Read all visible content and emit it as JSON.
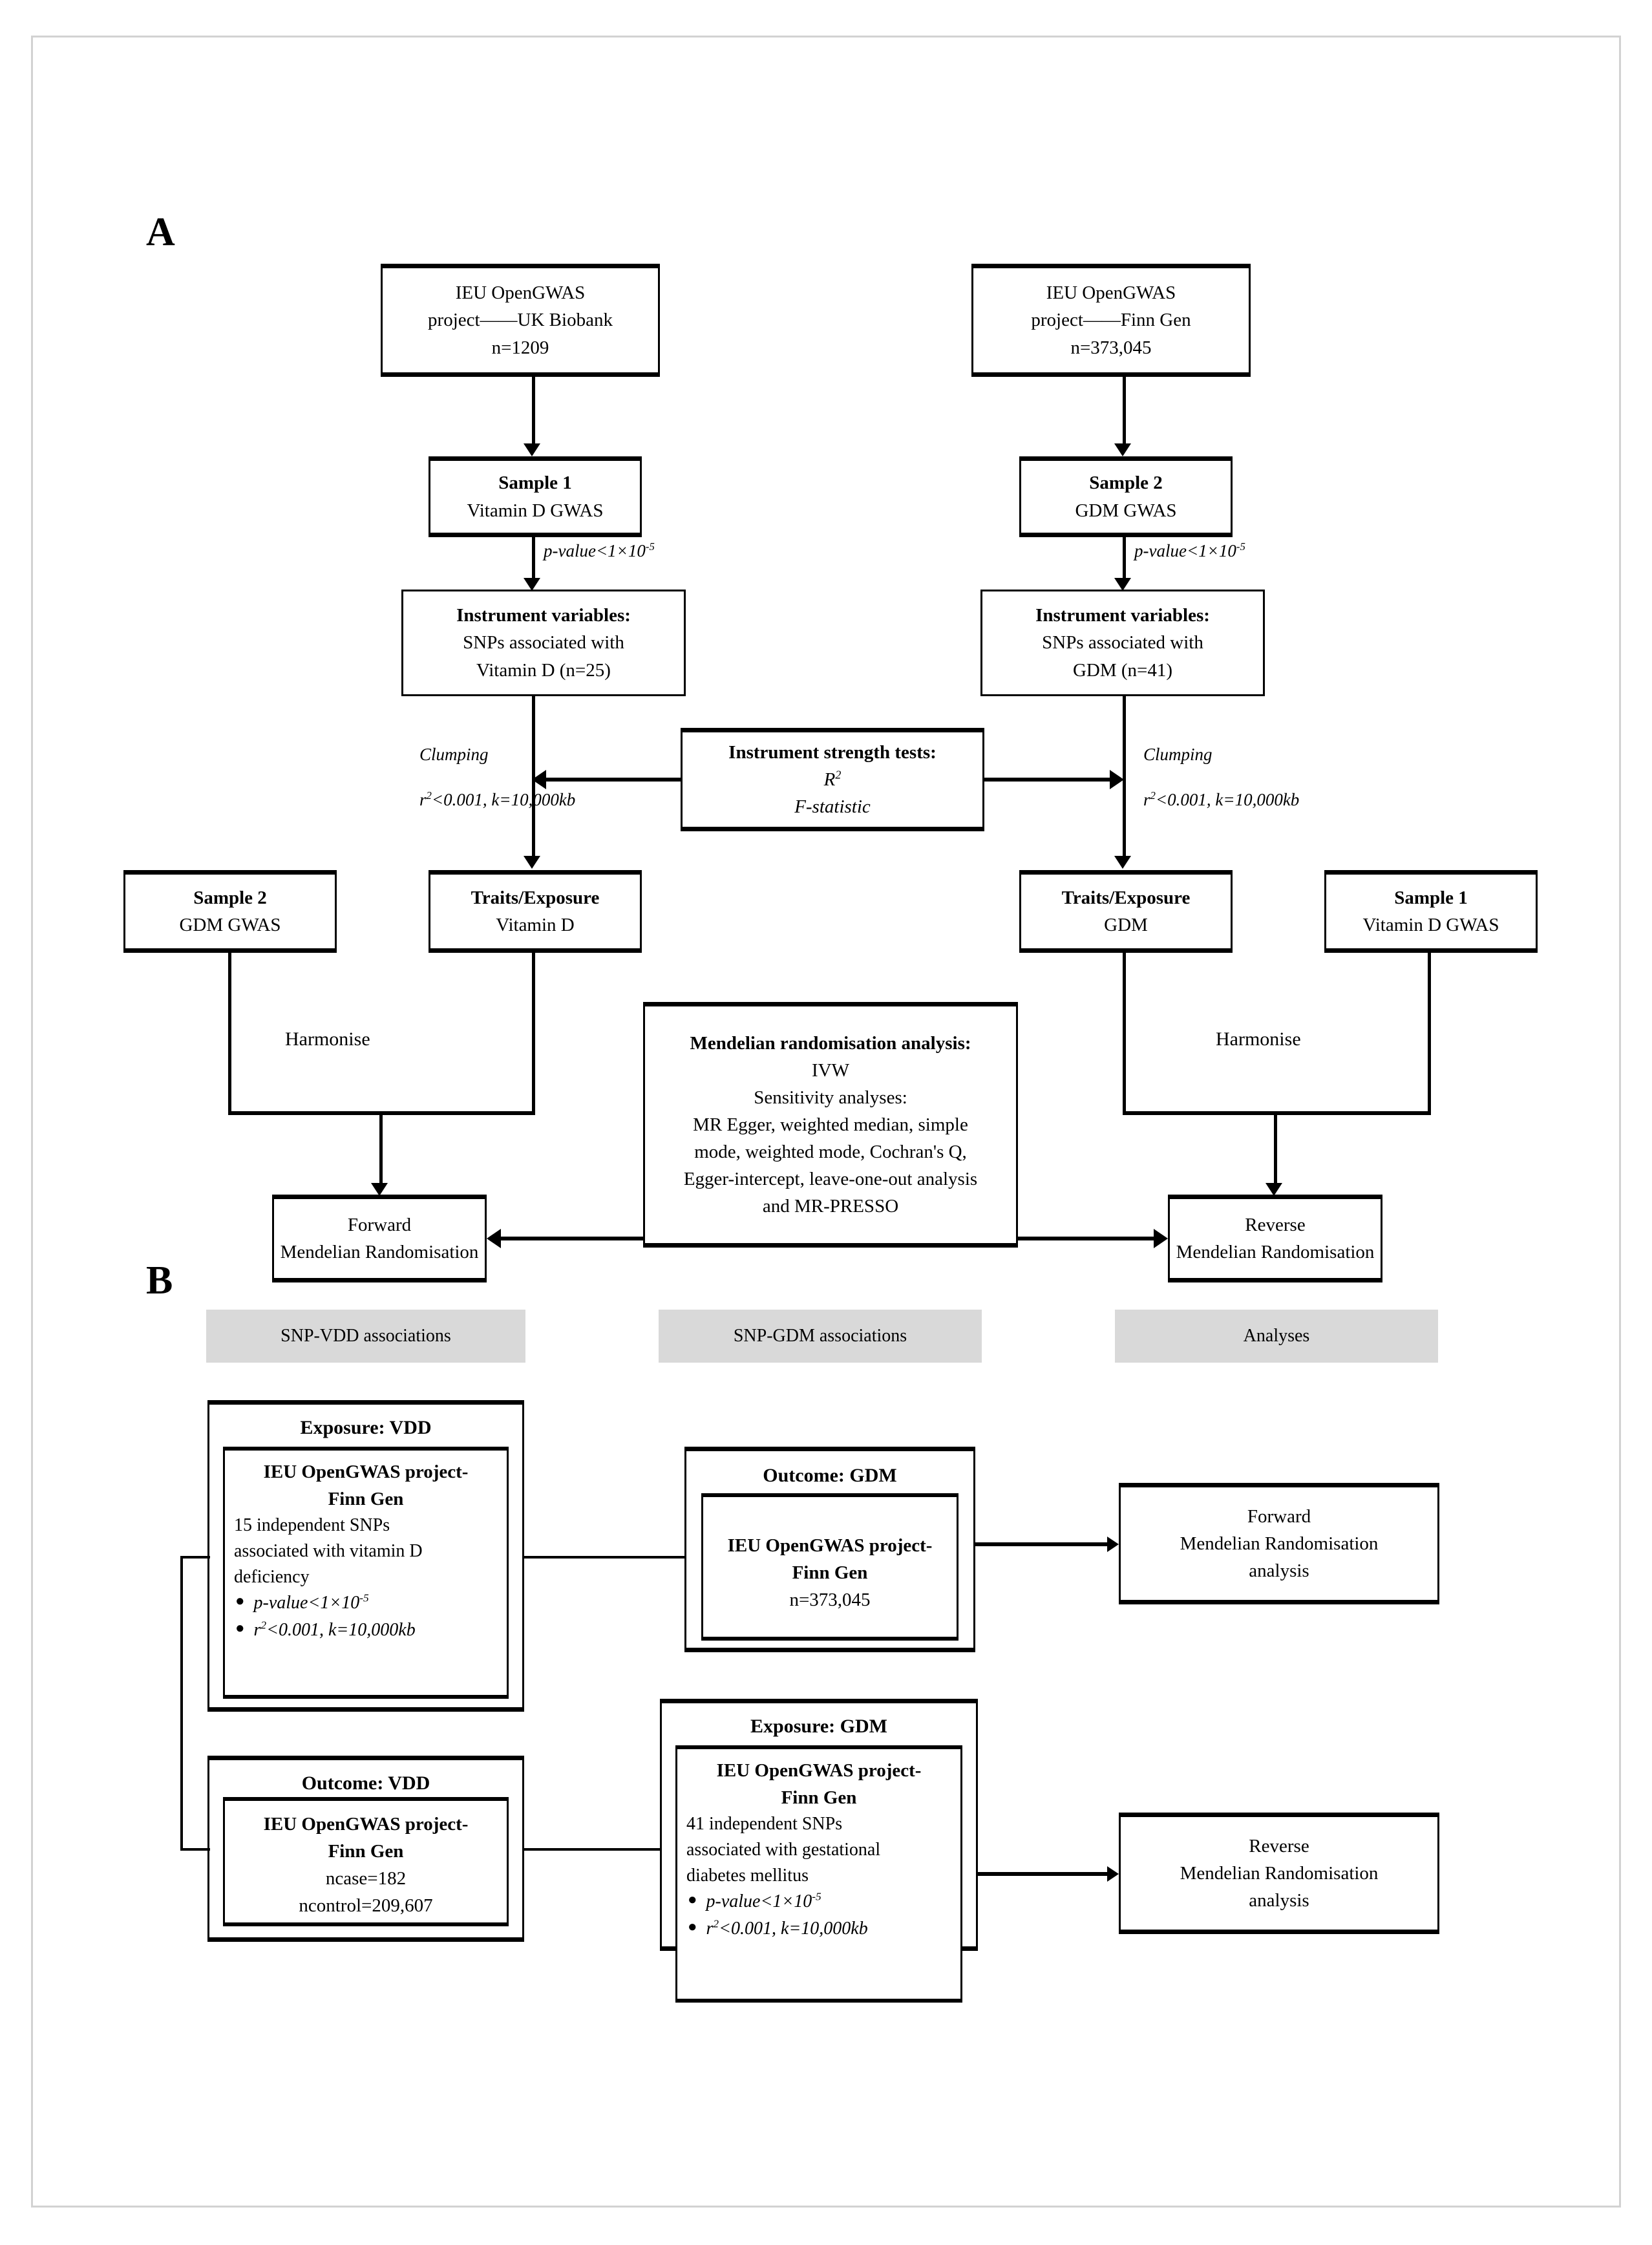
{
  "panels": {
    "a_label": "A",
    "b_label": "B"
  },
  "panel_a": {
    "source_left": {
      "l1": "IEU OpenGWAS",
      "l2": "project——UK Biobank",
      "l3": "n=1209"
    },
    "source_right": {
      "l1": "IEU OpenGWAS",
      "l2": "project——Finn Gen",
      "l3": "n=373,045"
    },
    "sample1_top": {
      "l1": "Sample 1",
      "l2": "Vitamin D GWAS"
    },
    "sample2_top": {
      "l1": "Sample 2",
      "l2": "GDM GWAS"
    },
    "pvalue_left": "p-value<1×10",
    "pvalue_left_sup": "-5",
    "pvalue_right": "p-value<1×10",
    "pvalue_right_sup": "-5",
    "iv_left": {
      "l1": "Instrument variables:",
      "l2": "SNPs associated with",
      "l3": "Vitamin D (n=25)"
    },
    "iv_right": {
      "l1": "Instrument variables:",
      "l2": "SNPs associated with",
      "l3": "GDM (n=41)"
    },
    "strength": {
      "l1": "Instrument strength tests:",
      "l2": "R",
      "l2_sup": "2",
      "l3": "F-statistic"
    },
    "clumping_left": {
      "l1": "Clumping",
      "l2a": "r",
      "l2sup": "2",
      "l2b": "<0.001, k=10,000kb"
    },
    "clumping_right": {
      "l1": "Clumping",
      "l2a": "r",
      "l2sup": "2",
      "l2b": "<0.001, k=10,000kb"
    },
    "sample2_mid": {
      "l1": "Sample 2",
      "l2": "GDM GWAS"
    },
    "traits_left": {
      "l1": "Traits/Exposure",
      "l2": "Vitamin D"
    },
    "traits_right": {
      "l1": "Traits/Exposure",
      "l2": "GDM"
    },
    "sample1_mid": {
      "l1": "Sample 1",
      "l2": "Vitamin D GWAS"
    },
    "harmonise_left": "Harmonise",
    "harmonise_right": "Harmonise",
    "forward": {
      "l1": "Forward",
      "l2": "Mendelian Randomisation"
    },
    "reverse": {
      "l1": "Reverse",
      "l2": "Mendelian Randomisation"
    },
    "mr_analysis": {
      "l1": "Mendelian randomisation analysis:",
      "l2": "IVW",
      "l3": "Sensitivity analyses:",
      "l4": "MR Egger, weighted median, simple",
      "l5": "mode, weighted mode, Cochran's Q,",
      "l6": "Egger-intercept, leave-one-out analysis",
      "l7": "and MR-PRESSO"
    }
  },
  "panel_b": {
    "headers": [
      "SNP-VDD associations",
      "SNP-GDM associations",
      "Analyses"
    ],
    "exposure_vdd": {
      "title": "Exposure: VDD",
      "source_l1": "IEU OpenGWAS project-",
      "source_l2": "Finn Gen",
      "body_l1": "15 independent SNPs",
      "body_l2": "associated with vitamin D",
      "body_l3": "deficiency",
      "bullet1": "p-value<1×10",
      "bullet1_sup": "-5",
      "bullet2a": "r",
      "bullet2sup": "2",
      "bullet2b": "<0.001, k=10,000kb"
    },
    "outcome_gdm": {
      "title": "Outcome: GDM",
      "source_l1": "IEU OpenGWAS project-",
      "source_l2": "Finn Gen",
      "source_l3": "n=373,045"
    },
    "forward_analysis": {
      "l1": "Forward",
      "l2": "Mendelian Randomisation",
      "l3": "analysis"
    },
    "outcome_vdd": {
      "title": "Outcome: VDD",
      "source_l1": "IEU OpenGWAS project-",
      "source_l2": "Finn Gen",
      "source_l3": "ncase=182",
      "source_l4": "ncontrol=209,607"
    },
    "exposure_gdm": {
      "title": "Exposure: GDM",
      "source_l1": "IEU OpenGWAS project-",
      "source_l2": "Finn Gen",
      "body_l1": "41 independent SNPs",
      "body_l2": "associated with gestational",
      "body_l3": "diabetes mellitus",
      "bullet1": "p-value<1×10",
      "bullet1_sup": "-5",
      "bullet2a": "r",
      "bullet2sup": "2",
      "bullet2b": "<0.001, k=10,000kb"
    },
    "reverse_analysis": {
      "l1": "Reverse",
      "l2": "Mendelian Randomisation",
      "l3": "analysis"
    }
  },
  "colors": {
    "ink": "#000000",
    "header_fill": "#d9d9d9",
    "page_border": "#d2d2d2"
  }
}
